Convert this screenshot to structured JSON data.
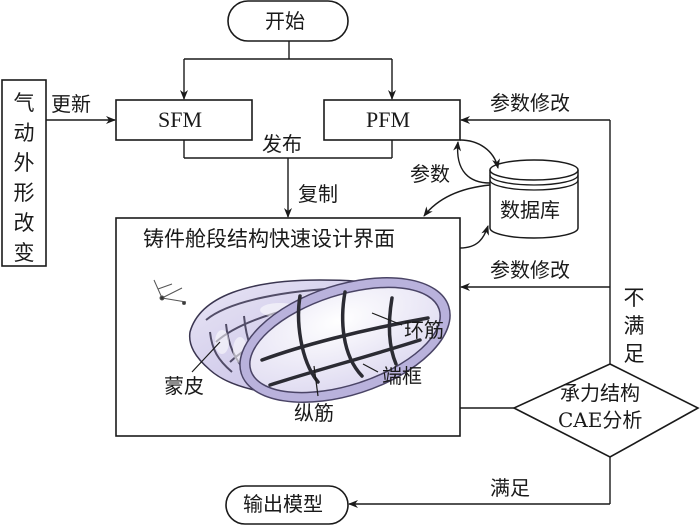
{
  "nodes": {
    "start": "开始",
    "sfm": "SFM",
    "pfm": "PFM",
    "aero_shape_change": [
      "气",
      "动",
      "外",
      "形",
      "改",
      "变"
    ],
    "database": "数据库",
    "design_interface": {
      "title": "铸件舱段结构快速设计界面",
      "parts": {
        "ring_rib": "环筋",
        "end_frame": "端框",
        "stringer": "纵筋",
        "skin": "蒙皮"
      }
    },
    "cae_analysis": [
      "承力结构",
      "CAE分析"
    ],
    "output_model": "输出模型"
  },
  "edges": {
    "update": "更新",
    "publish": "发布",
    "copy": "复制",
    "params": "参数",
    "param_modify_top": "参数修改",
    "param_modify_mid": "参数修改",
    "not_satisfied": [
      "不",
      "满",
      "足"
    ],
    "satisfied": "满足"
  },
  "colors": {
    "line": "#1a1a1a",
    "frame_fill": "#b9b2dc",
    "frame_stroke": "#4a4466",
    "structure_dark": "#2b2b33"
  }
}
